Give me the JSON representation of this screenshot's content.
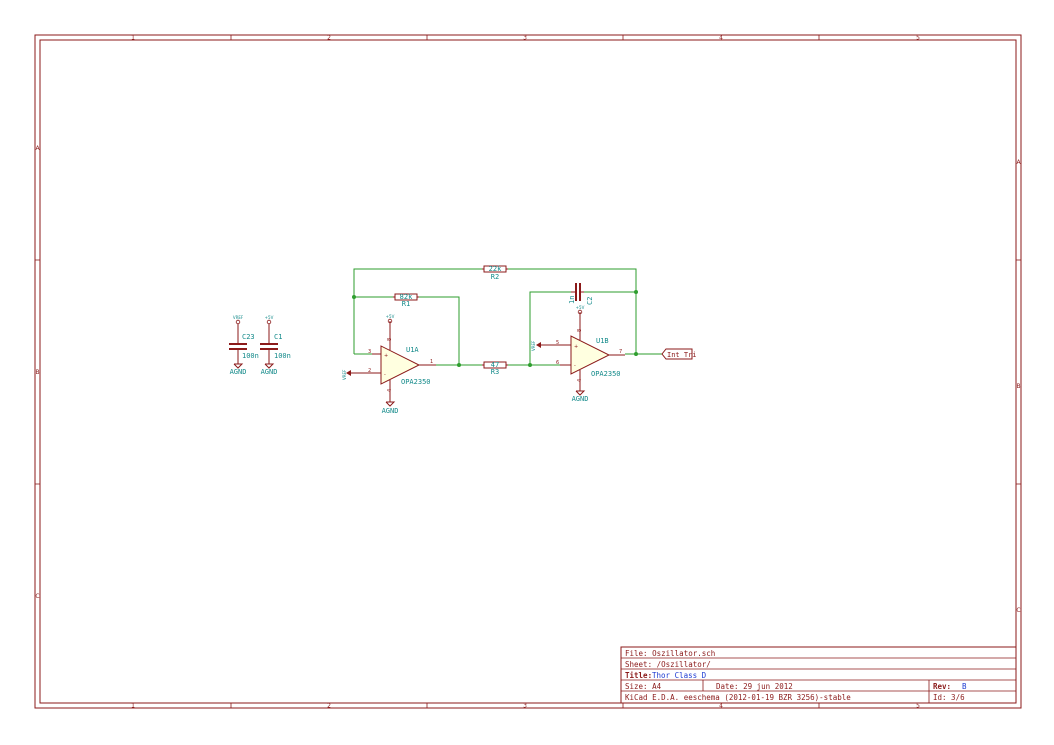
{
  "ruler": {
    "columns": [
      "1",
      "2",
      "3",
      "4",
      "5"
    ],
    "rows": [
      "A",
      "B",
      "C"
    ]
  },
  "components": {
    "r1": {
      "ref": "R1",
      "value": "82k"
    },
    "r2": {
      "ref": "R2",
      "value": "22k"
    },
    "r3": {
      "ref": "R3",
      "value": "47"
    },
    "c2": {
      "ref": "C2",
      "value": "1n"
    },
    "c23": {
      "ref": "C23",
      "value": "100n"
    },
    "c1": {
      "ref": "C1",
      "value": "100n"
    },
    "u1a": {
      "ref": "U1A",
      "value": "OPA2350",
      "pin_plus": "3",
      "pin_minus": "2",
      "pin_out": "1",
      "pin_vcc": "8",
      "pin_gnd": "4"
    },
    "u1b": {
      "ref": "U1B",
      "value": "OPA2350",
      "pin_plus": "5",
      "pin_minus": "6",
      "pin_out": "7",
      "pin_vcc": "8",
      "pin_gnd": "4"
    }
  },
  "power": {
    "agnd": "AGND",
    "vref": "VREF",
    "plus5v": "+5V"
  },
  "net_label": "Int_Tri",
  "colors": {
    "frame": "#8b1a1a",
    "wire": "#2e9e2e",
    "text": "#138a8a",
    "highlight": "#1e3cd2"
  },
  "title_block": {
    "file": "File: Oszillator.sch",
    "sheet": "Sheet: /Oszillator/",
    "title_label": "Title:",
    "title_value": "Thor Class D",
    "size": "Size: A4",
    "date": "Date: 29 jun 2012",
    "rev_label": "Rev:",
    "rev_value": "B",
    "app": "KiCad E.D.A.  eeschema (2012-01-19 BZR 3256)-stable",
    "id": "Id: 3/6"
  }
}
